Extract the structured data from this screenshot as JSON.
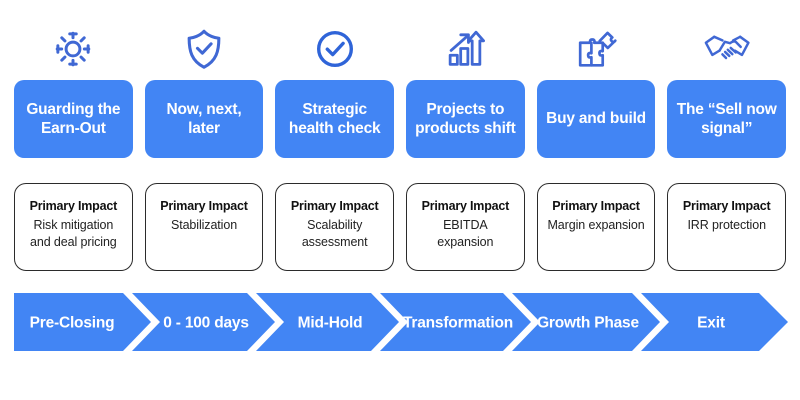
{
  "theme": {
    "accent_blue": "#4285f4",
    "card_border": "#2b2b2b",
    "background": "#ffffff",
    "title_text": "#ffffff"
  },
  "columns": [
    {
      "icon": "gear-icon",
      "title": "Guarding the Earn-Out",
      "impact_label": "Primary Impact",
      "impact_value": "Risk mitigation and deal pricing",
      "phase": "Pre-Closing"
    },
    {
      "icon": "shield-check-icon",
      "title": "Now, next, later",
      "impact_label": "Primary Impact",
      "impact_value": "Stabilization",
      "phase": "0 - 100 days"
    },
    {
      "icon": "check-circle-icon",
      "title": "Strategic health check",
      "impact_label": "Primary Impact",
      "impact_value": "Scalability assessment",
      "phase": "Mid-Hold"
    },
    {
      "icon": "bar-chart-growth-icon",
      "title": "Projects to products shift",
      "impact_label": "Primary Impact",
      "impact_value": "EBITDA expansion",
      "phase": "Transformation"
    },
    {
      "icon": "puzzle-pieces-icon",
      "title": "Buy and build",
      "impact_label": "Primary Impact",
      "impact_value": "Margin expansion",
      "phase": "Growth Phase"
    },
    {
      "icon": "handshake-icon",
      "title": "The “Sell now signal”",
      "impact_label": "Primary Impact",
      "impact_value": "IRR protection",
      "phase": "Exit"
    }
  ]
}
